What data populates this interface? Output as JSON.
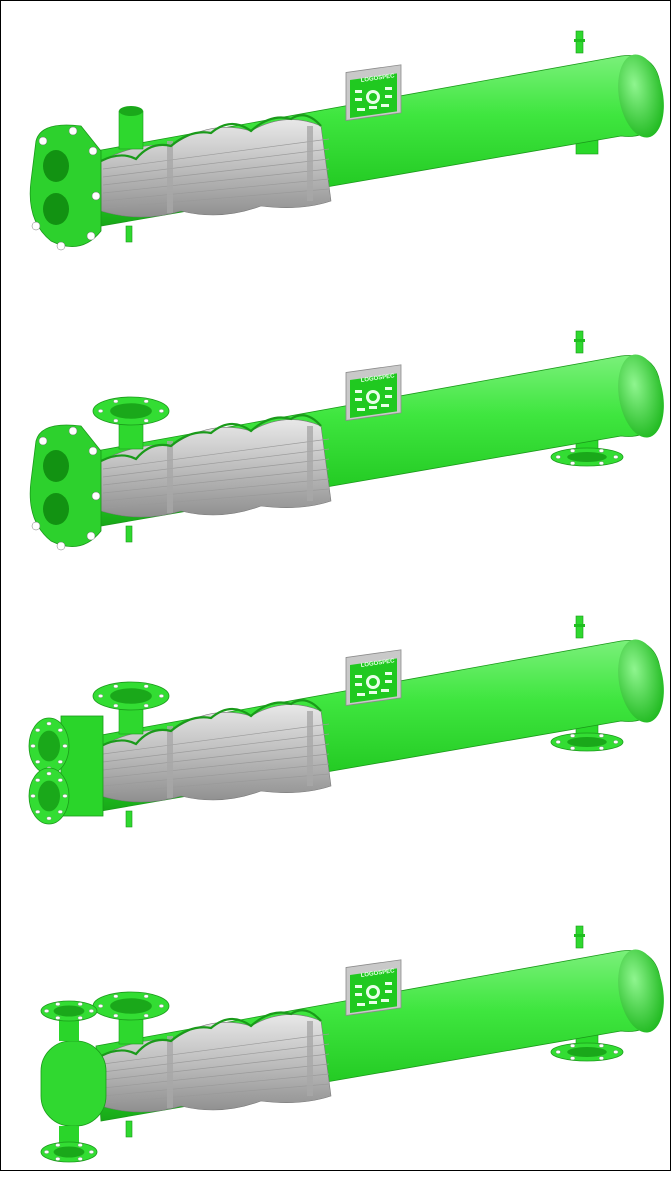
{
  "image": {
    "kind": "product-illustration",
    "subject": "shell-and-tube heat exchangers with cut-away shells",
    "variant_count": 4
  },
  "colors": {
    "shell_green": "#33e033",
    "shell_light": "#7af07a",
    "shell_dark": "#1aa81a",
    "tubes_silver": "#c8c8c8",
    "tubes_dark": "#8a8a8a",
    "frame_border": "#000000",
    "background": "#ffffff"
  },
  "exchangers": [
    {
      "name": "exchanger-1",
      "head": "bonnet-round-ports",
      "nozzle": "plain-stub",
      "support": "plain-leg",
      "plate_text": "LOGOSPEC"
    },
    {
      "name": "exchanger-2",
      "head": "bonnet-round-ports",
      "nozzle": "flanged",
      "support": "flanged-leg",
      "plate_text": "LOGOSPEC"
    },
    {
      "name": "exchanger-3",
      "head": "flanged-channel",
      "nozzle": "flanged",
      "support": "flanged-leg",
      "plate_text": "LOGOSPEC"
    },
    {
      "name": "exchanger-4",
      "head": "cylindrical-channel",
      "nozzle": "flanged",
      "support": "flanged-leg",
      "plate_text": "LOGOSPEC"
    }
  ]
}
